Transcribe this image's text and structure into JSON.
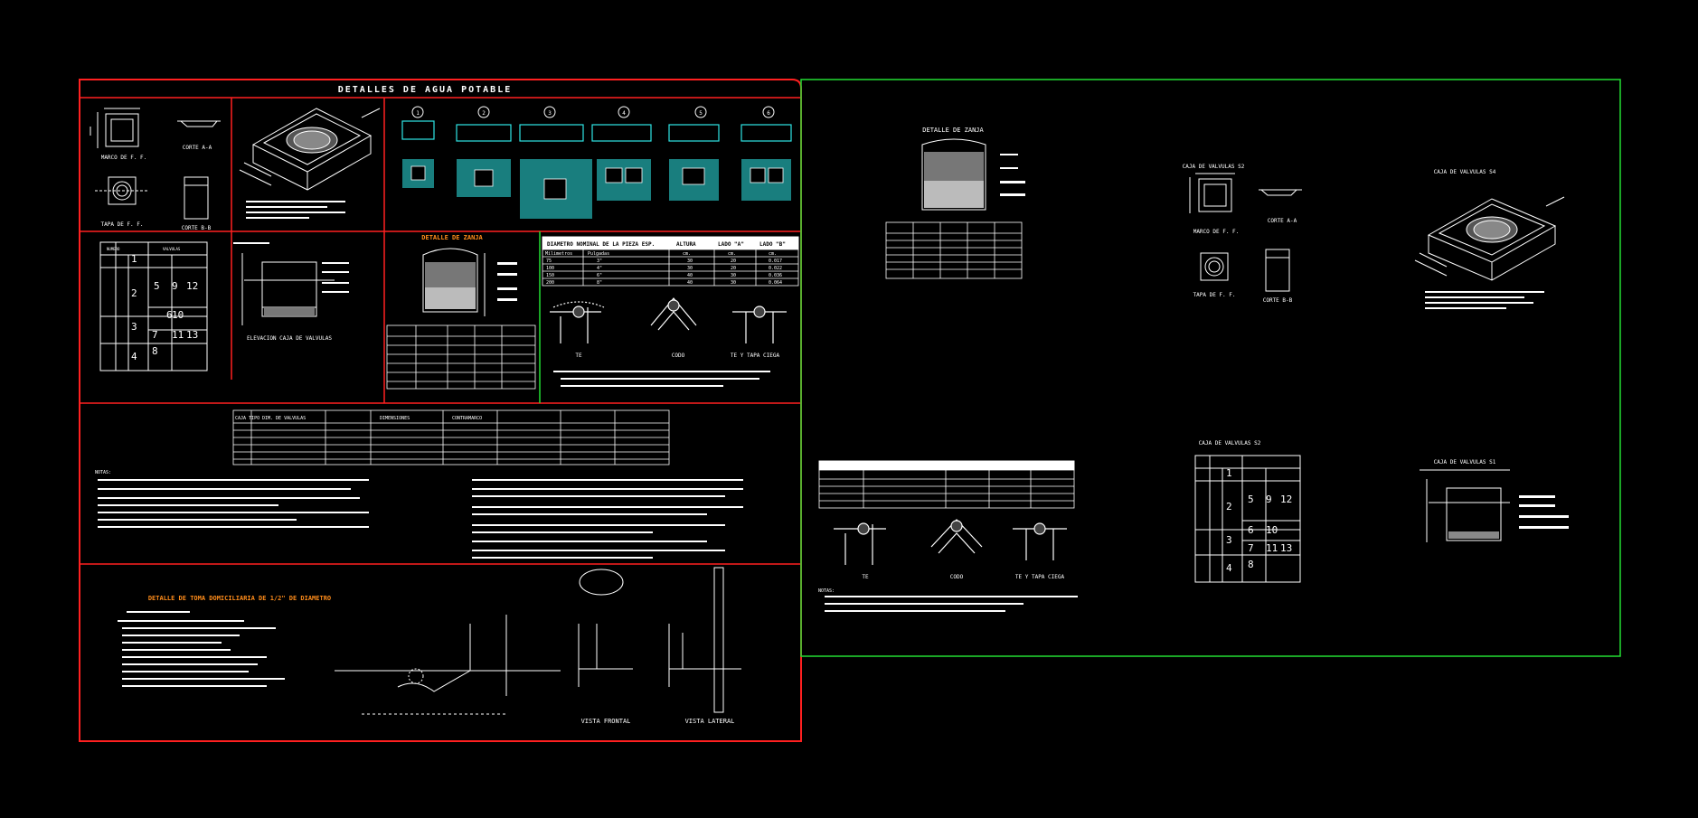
{
  "sheet": {
    "title": "DETALLES DE AGUA POTABLE",
    "labels": {
      "marco": "MARCO DE F. F.",
      "corte_aa": "CORTE A-A",
      "tapa": "TAPA DE F. F.",
      "corte_bb": "CORTE B-B",
      "detalle_zanja": "DETALLE DE ZANJA",
      "elevacion": "ELEVACION CAJA DE VALVULAS",
      "te": "TE",
      "codo": "CODO",
      "te_tapa": "TE Y TAPA CIEGA",
      "detalle_toma": "DETALLE DE TOMA DOMICILIARIA DE 1/2\" DE DIAMETRO",
      "vista_frontal": "VISTA FRONTAL",
      "vista_lateral": "VISTA LATERAL",
      "notas": "NOTAS:"
    },
    "circle_numbers": [
      "1",
      "2",
      "3",
      "4",
      "5",
      "6"
    ],
    "valve_table_headers": [
      "NUMERO",
      "VALVULAS"
    ],
    "valve_numbers": [
      "1",
      "2",
      "3",
      "4",
      "5",
      "6",
      "7",
      "8",
      "9",
      "10",
      "11",
      "12",
      "13"
    ],
    "pipe_table_headers": [
      "DIAMETRO NOMINAL DE LA PIEZA ESP.",
      "ALTURA",
      "LADO \"A\"",
      "LADO \"B\""
    ],
    "pipe_table_sub": [
      "Milimetros",
      "Pulgadas",
      "cm.",
      "cm.",
      "cm."
    ],
    "pipe_rows": [
      [
        "75",
        "3\"",
        "30",
        "20",
        "0.017"
      ],
      [
        "100",
        "4\"",
        "30",
        "20",
        "0.022"
      ],
      [
        "150",
        "6\"",
        "40",
        "30",
        "0.036"
      ],
      [
        "200",
        "8\"",
        "40",
        "30",
        "0.064"
      ]
    ],
    "caja_table_headers": [
      "CAJA TIPO",
      "DIM. DE VALVULAS",
      "DIMENSIONES",
      "CONTRAMARCO"
    ]
  },
  "right_panel": {
    "labels": {
      "detalle_zanja": "DETALLE DE ZANJA",
      "caja_s2": "CAJA DE VALVULAS S2",
      "caja_s4": "CAJA DE VALVULAS S4",
      "marco": "MARCO DE F. F.",
      "corte_aa": "CORTE A-A",
      "tapa": "TAPA DE F. F.",
      "corte_bb": "CORTE B-B",
      "caja_s2_table": "CAJA DE VALVULAS S2",
      "caja_s1": "CAJA DE VALVULAS S1",
      "te": "TE",
      "codo": "CODO",
      "te_tapa": "TE Y TAPA CIEGA",
      "notas": "NOTAS:"
    },
    "valve_numbers": [
      "1",
      "2",
      "3",
      "4",
      "5",
      "6",
      "7",
      "8",
      "9",
      "10",
      "11",
      "12",
      "13"
    ]
  },
  "colors": {
    "background": "#000000",
    "sheet_border": "#ff2020",
    "panel_border": "#22dd33",
    "cyan": "#2ee6e6",
    "lines": "#ffffff",
    "accent": "#ff8c1a"
  }
}
